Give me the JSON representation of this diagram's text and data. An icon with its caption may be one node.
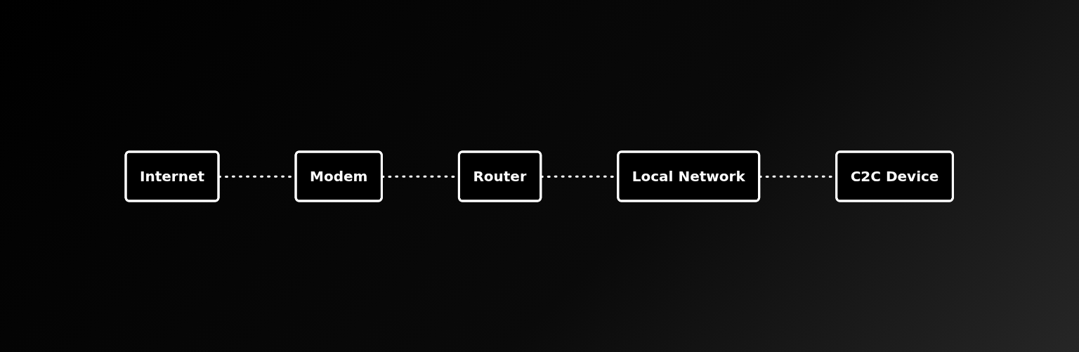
{
  "diagram": {
    "nodes": [
      {
        "text": [
          "Internet"
        ]
      },
      {
        "text": [
          "Modem"
        ]
      },
      {
        "text": [
          "Router"
        ]
      },
      {
        "text": [
          "Local Network"
        ]
      },
      {
        "text": [
          "C2C Device"
        ]
      }
    ],
    "edges": [
      {
        "from": 0,
        "to": 1,
        "arrow": "none",
        "style": "dashed"
      },
      {
        "from": 1,
        "to": 2,
        "arrow": "none",
        "style": "dashed"
      },
      {
        "from": 2,
        "to": 3,
        "arrow": "none",
        "style": "dashed"
      },
      {
        "from": 3,
        "to": 4,
        "arrow": "none",
        "style": "dashed"
      }
    ]
  }
}
